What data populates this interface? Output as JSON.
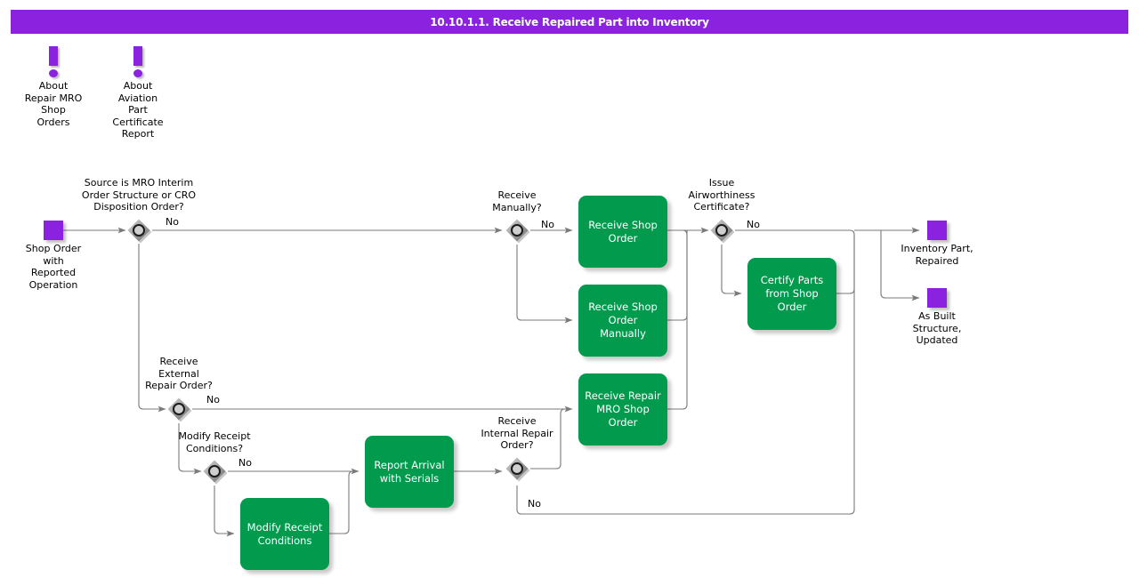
{
  "diagram": {
    "title": "10.10.1.1. Receive Repaired Part into Inventory",
    "colors": {
      "title_bar": "#8a22e0",
      "terminator": "#8a22e0",
      "process": "#029b4e",
      "connector": "#808080",
      "decision_fill": "#9a9a9a",
      "text": "#000000",
      "process_text": "#ffffff"
    },
    "notes": [
      {
        "id": "note-repair-mro-shop-orders",
        "label": "About\nRepair MRO\nShop\nOrders",
        "icon": "exclamation-icon"
      },
      {
        "id": "note-aviation-part-certificate",
        "label": "About\nAviation\nPart\nCertificate\nReport",
        "icon": "exclamation-icon"
      }
    ],
    "terminators": [
      {
        "id": "start-shop-order",
        "label": "Shop Order\nwith\nReported\nOperation",
        "kind": "start"
      },
      {
        "id": "end-inventory-part-repaired",
        "label": "Inventory Part,\nRepaired",
        "kind": "end"
      },
      {
        "id": "end-as-built-structure-updated",
        "label": "As Built\nStructure,\nUpdated",
        "kind": "end"
      }
    ],
    "decisions": [
      {
        "id": "decision-source-mro-interim",
        "label": "Source is MRO Interim\nOrder Structure or CRO\nDisposition Order?",
        "no_label": "No"
      },
      {
        "id": "decision-receive-manually",
        "label": "Receive\nManually?",
        "no_label": "No"
      },
      {
        "id": "decision-issue-airworthiness-certificate",
        "label": "Issue\nAirworthiness\nCertificate?",
        "no_label": "No"
      },
      {
        "id": "decision-receive-external-repair-order",
        "label": "Receive\nExternal\nRepair Order?",
        "no_label": "No"
      },
      {
        "id": "decision-modify-receipt-conditions",
        "label": "Modify Receipt\nConditions?",
        "no_label": "No"
      },
      {
        "id": "decision-receive-internal-repair-order",
        "label": "Receive\nInternal Repair\nOrder?",
        "no_label": "No"
      }
    ],
    "processes": [
      {
        "id": "process-receive-shop-order",
        "label": "Receive Shop\nOrder"
      },
      {
        "id": "process-receive-shop-order-manually",
        "label": "Receive Shop\nOrder Manually"
      },
      {
        "id": "process-receive-repair-mro-shop-order",
        "label": "Receive Repair\nMRO Shop\nOrder"
      },
      {
        "id": "process-certify-parts-from-shop-order",
        "label": "Certify Parts\nfrom Shop\nOrder"
      },
      {
        "id": "process-report-arrival-with-serials",
        "label": "Report Arrival\nwith Serials"
      },
      {
        "id": "process-modify-receipt-conditions",
        "label": "Modify Receipt\nConditions"
      }
    ],
    "edge_labels": {
      "no_source_mro": "No",
      "no_receive_manually": "No",
      "no_issue_airworthiness": "No",
      "no_receive_external": "No",
      "no_modify_receipt": "No",
      "no_receive_internal": "No"
    }
  }
}
